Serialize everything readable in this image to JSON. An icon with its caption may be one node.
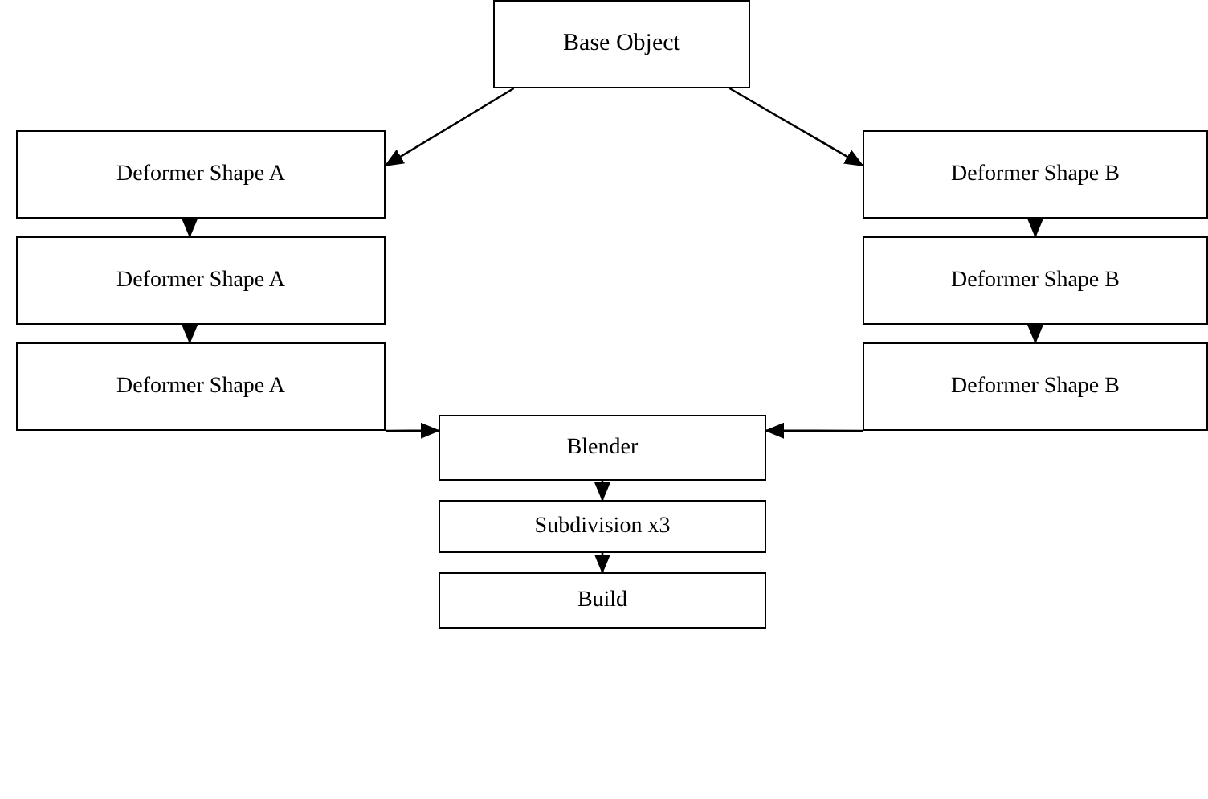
{
  "diagram": {
    "nodes": [
      {
        "text": [
          "Base Object"
        ]
      },
      {
        "text": [
          "Deformer Shape A"
        ]
      },
      {
        "text": [
          "Deformer Shape B"
        ]
      },
      {
        "text": [
          "Deformer Shape A"
        ]
      },
      {
        "text": [
          "Deformer Shape B"
        ]
      },
      {
        "text": [
          "Deformer Shape A"
        ]
      },
      {
        "text": [
          "Deformer Shape B"
        ]
      },
      {
        "text": [
          "Blender"
        ]
      },
      {
        "text": [
          "Subdivision x3"
        ]
      },
      {
        "text": [
          "Build"
        ]
      }
    ],
    "edges": [
      {
        "from": 0,
        "to": 1,
        "arrow": "to"
      },
      {
        "from": 0,
        "to": 2,
        "arrow": "to"
      },
      {
        "from": 1,
        "to": 3,
        "arrow": "to"
      },
      {
        "from": 3,
        "to": 5,
        "arrow": "to"
      },
      {
        "from": 2,
        "to": 4,
        "arrow": "to"
      },
      {
        "from": 4,
        "to": 6,
        "arrow": "to"
      },
      {
        "from": 5,
        "to": 7,
        "arrow": "to"
      },
      {
        "from": 6,
        "to": 7,
        "arrow": "to"
      },
      {
        "from": 7,
        "to": 8,
        "arrow": "to"
      },
      {
        "from": 8,
        "to": 9,
        "arrow": "to"
      }
    ]
  }
}
